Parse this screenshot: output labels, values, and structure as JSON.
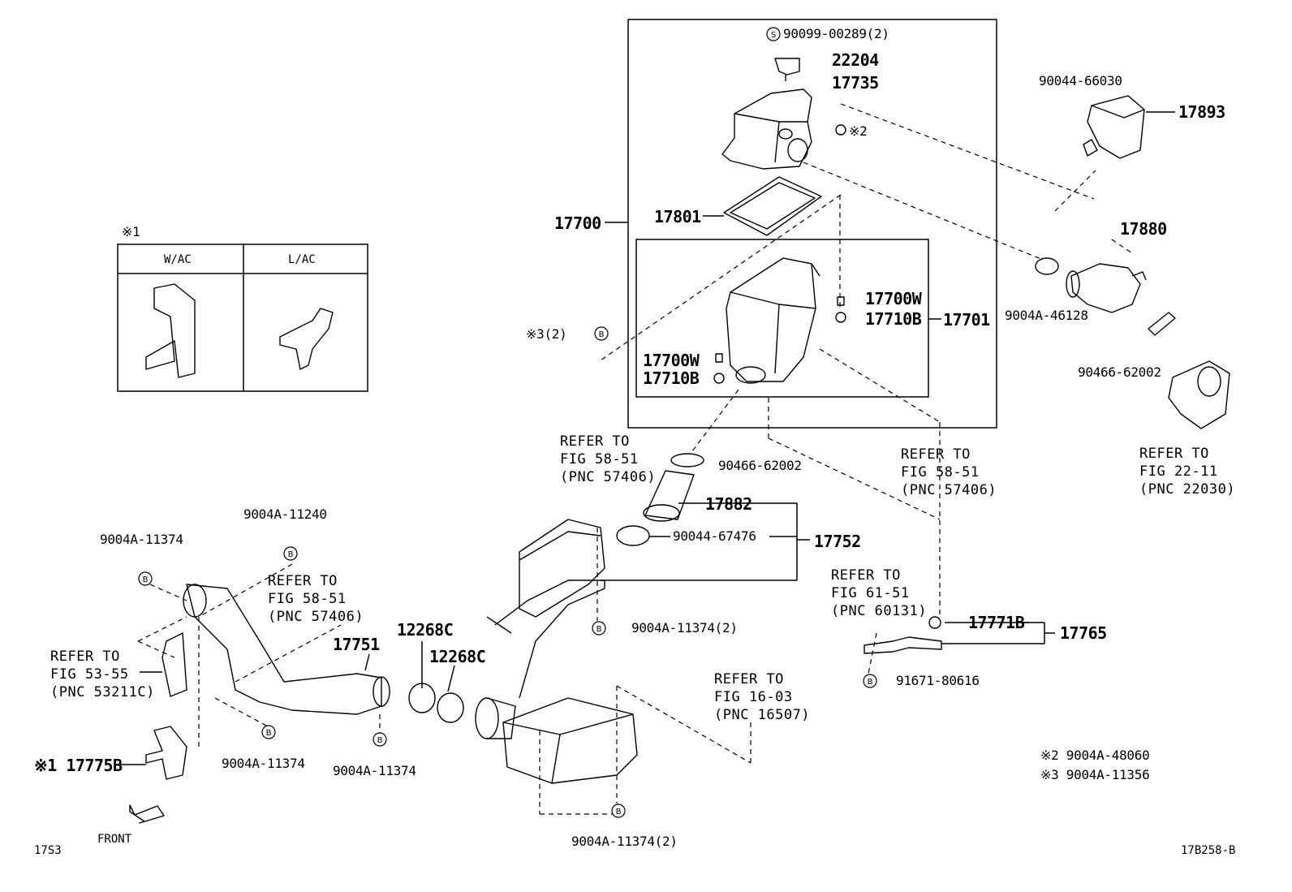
{
  "legend": {
    "marker1": "※1",
    "wac": "W/AC",
    "lac": "L/AC",
    "note2": "※2 9004A-48060",
    "note3": "※3 9004A-11356"
  },
  "parts": {
    "p90099": "90099-00289(2)",
    "p22204": "22204",
    "p17735": "17735",
    "p17801": "17801",
    "p17700": "17700",
    "p17700W_a": "17700W",
    "p17710B_a": "17710B",
    "p17701": "17701",
    "p17700W_b": "17700W",
    "p17710B_b": "17710B",
    "star2": "※2",
    "star3": "※3(2)",
    "p90044_66030": "90044-66030",
    "p17893": "17893",
    "p17880": "17880",
    "p9004A_46128": "9004A-46128",
    "p90466_62002_a": "90466-62002",
    "p90466_62002_b": "90466-62002",
    "p17882": "17882",
    "p90044_67476": "90044-67476",
    "p17752": "17752",
    "p9004A_11374_2a": "9004A-11374(2)",
    "p9004A_11240": "9004A-11240",
    "p9004A_11374_a": "9004A-11374",
    "p17751": "17751",
    "p12268C_a": "12268C",
    "p12268C_b": "12268C",
    "p9004A_11374_b": "9004A-11374",
    "p9004A_11374_c": "9004A-11374",
    "p17775B": "※1 17775B",
    "p17771B": "17771B",
    "p17765": "17765",
    "p91671": "91671-80616",
    "p9004A_11374_2b": "9004A-11374(2)"
  },
  "refs": {
    "r1": "REFER TO\nFIG 58-51\n(PNC 57406)",
    "r2": "REFER TO\nFIG 58-51\n(PNC 57406)",
    "r3": "REFER TO\nFIG 22-11\n(PNC 22030)",
    "r4": "REFER TO\nFIG 58-51\n(PNC 57406)",
    "r5": "REFER TO\nFIG 53-55\n(PNC 53211C)",
    "r6": "REFER TO\nFIG 61-51\n(PNC 60131)",
    "r7": "REFER TO\nFIG 16-03\n(PNC 16507)"
  },
  "footer": {
    "front": "FRONT",
    "code_left": "17S3",
    "code_right": "17B258-B"
  }
}
